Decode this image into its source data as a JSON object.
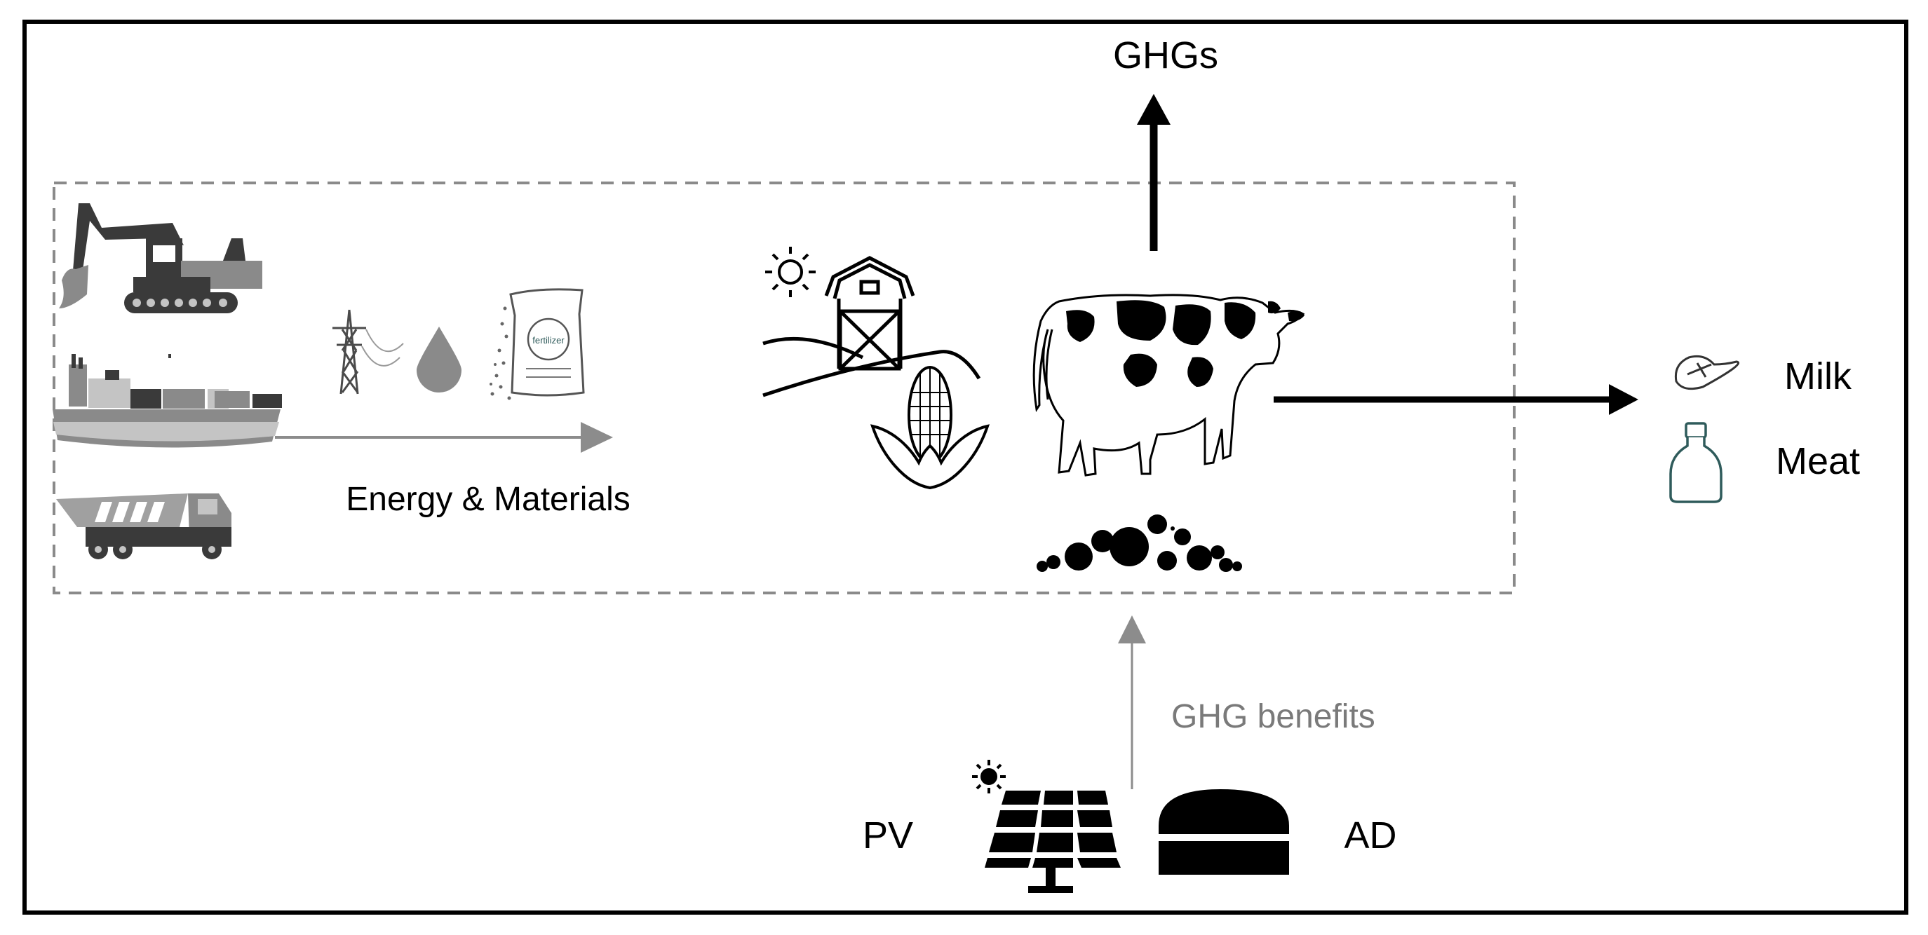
{
  "labels": {
    "ghgs": "GHGs",
    "energy_materials": "Energy & Materials",
    "milk": "Milk",
    "meat": "Meat",
    "ghg_benefits": "GHG benefits",
    "pv": "PV",
    "ad": "AD",
    "fertilizer_bag": "fertilizer"
  },
  "colors": {
    "frame": "#000000",
    "dashed_boundary": "#8a8a8a",
    "gray_arrow": "#8c8c8c",
    "benefits_text": "#7a7a7a",
    "bottle": "#2f5b5b",
    "machinery_dark": "#3a3a3a",
    "machinery_mid": "#8a8a8a",
    "machinery_light": "#c4c4c4"
  },
  "icons": [
    "excavator-icon",
    "cargo-ship-icon",
    "dump-truck-icon",
    "power-pylon-icon",
    "oil-drop-icon",
    "fertilizer-bag-icon",
    "sun-icon",
    "barn-icon",
    "corn-icon",
    "cow-icon",
    "manure-icon",
    "steak-icon",
    "milk-bottle-icon",
    "solar-panel-icon",
    "digester-icon"
  ]
}
